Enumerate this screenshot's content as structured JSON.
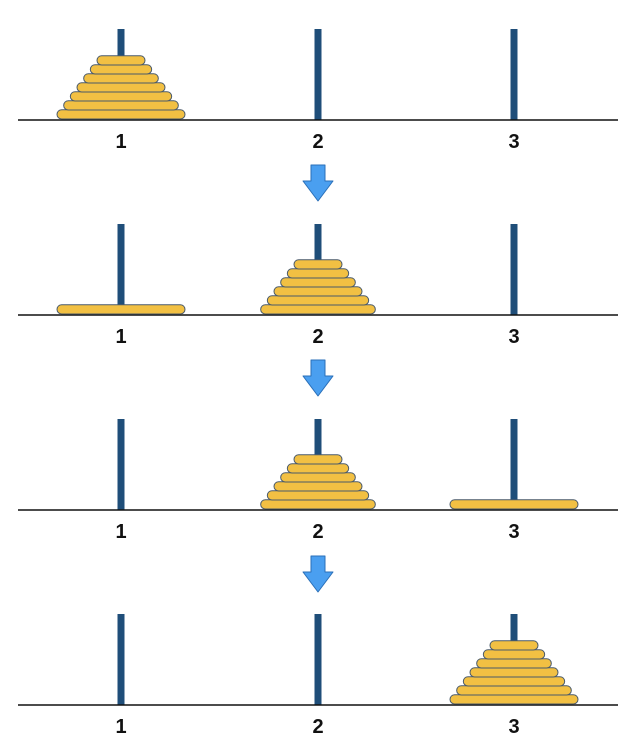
{
  "colors": {
    "peg": "#1f4e79",
    "disk_fill": "#f2c043",
    "disk_stroke": "#4a5a6a",
    "baseline": "#111111",
    "arrow_fill": "#4a9ff0",
    "arrow_stroke": "#2a6fb8"
  },
  "peg_labels": [
    "1",
    "2",
    "3"
  ],
  "disk_count": 7,
  "stages": [
    {
      "name": "stage-1",
      "pegs": [
        {
          "disks": [
            7,
            6,
            5,
            4,
            3,
            2,
            1
          ]
        },
        {
          "disks": []
        },
        {
          "disks": []
        }
      ]
    },
    {
      "name": "stage-2",
      "pegs": [
        {
          "disks": [
            7
          ]
        },
        {
          "disks": [
            6,
            5,
            4,
            3,
            2,
            1
          ]
        },
        {
          "disks": []
        }
      ]
    },
    {
      "name": "stage-3",
      "pegs": [
        {
          "disks": []
        },
        {
          "disks": [
            6,
            5,
            4,
            3,
            2,
            1
          ]
        },
        {
          "disks": [
            7
          ]
        }
      ]
    },
    {
      "name": "stage-4",
      "pegs": [
        {
          "disks": []
        },
        {
          "disks": []
        },
        {
          "disks": [
            7,
            6,
            5,
            4,
            3,
            2,
            1
          ]
        }
      ]
    }
  ],
  "arrows": [
    {
      "from": "stage-1",
      "to": "stage-2",
      "icon": "down-arrow-icon"
    },
    {
      "from": "stage-2",
      "to": "stage-3",
      "icon": "down-arrow-icon"
    },
    {
      "from": "stage-3",
      "to": "stage-4",
      "icon": "down-arrow-icon"
    }
  ]
}
